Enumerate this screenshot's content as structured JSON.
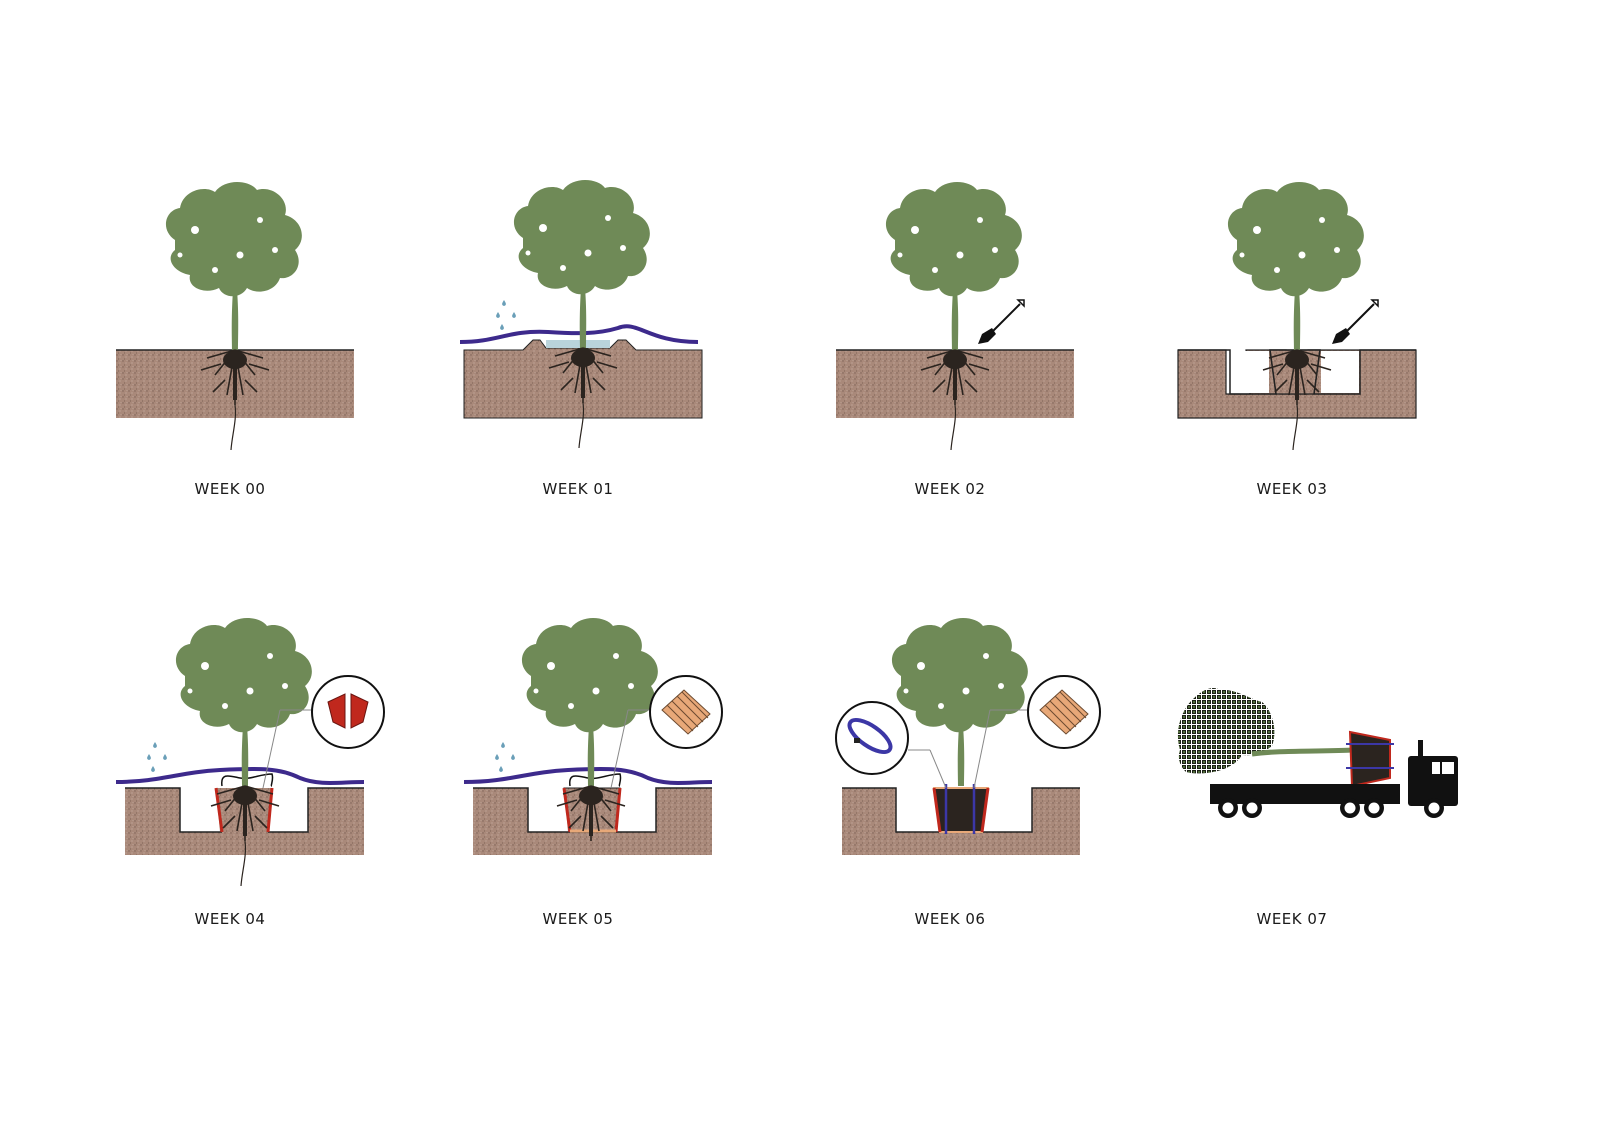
{
  "diagram": {
    "type": "tree-transplant-sequence",
    "colors": {
      "canopy": "#6f8a57",
      "trunk": "#6f8a57",
      "soil": "#a9897a",
      "roots": "#2b241f",
      "membrane": "#3d2a8c",
      "water": "#6a9fb8",
      "pool": "#b9d3db",
      "box_red": "#c0281d",
      "timber": "#e8a878",
      "strap": "#3c37a6",
      "truck": "#111111"
    },
    "panels": [
      {
        "id": "week-00",
        "label": "WEEK 00",
        "step": "tree in ground",
        "icons": []
      },
      {
        "id": "week-01",
        "label": "WEEK 01",
        "step": "watering with membrane and basin",
        "icons": [
          "water-drops-icon",
          "membrane"
        ]
      },
      {
        "id": "week-02",
        "label": "WEEK 02",
        "step": "root pruning",
        "icons": [
          "shovel-icon"
        ]
      },
      {
        "id": "week-03",
        "label": "WEEK 03",
        "step": "trench excavation around root ball",
        "icons": [
          "shovel-icon"
        ]
      },
      {
        "id": "week-04",
        "label": "WEEK 04",
        "step": "box side panels installed, watering",
        "icons": [
          "water-drops-icon",
          "box-panels-callout-icon"
        ]
      },
      {
        "id": "week-05",
        "label": "WEEK 05",
        "step": "timber base installed, watering",
        "icons": [
          "water-drops-icon",
          "timber-board-callout-icon"
        ]
      },
      {
        "id": "week-06",
        "label": "WEEK 06",
        "step": "strapping the box",
        "icons": [
          "strap-callout-icon",
          "timber-board-callout-icon"
        ]
      },
      {
        "id": "week-07",
        "label": "WEEK 07",
        "step": "transport by truck",
        "icons": [
          "truck-icon",
          "netted-canopy"
        ]
      }
    ]
  }
}
